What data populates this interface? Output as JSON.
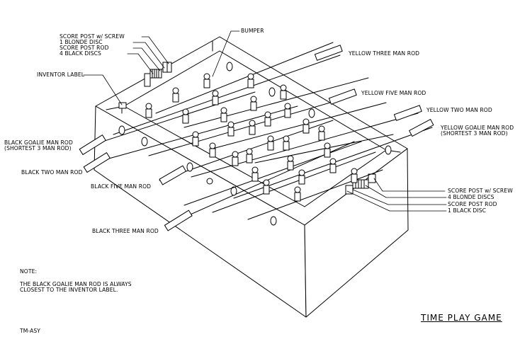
{
  "colors": {
    "ink": "#000000",
    "paper": "#ffffff"
  },
  "labels": {
    "score_post_screw_top": "SCORE POST w/ SCREW",
    "blonde_disc_1": "1 BLONDE DISC",
    "score_post_rod_top": "SCORE POST ROD",
    "black_discs_4": "4 BLACK DISCS",
    "bumper": "BUMPER",
    "inventor_label": "INVENTOR LABEL",
    "yellow_three_man_rod": "YELLOW THREE MAN ROD",
    "yellow_five_man_rod": "YELLOW FIVE MAN ROD",
    "yellow_two_man_rod": "YELLOW TWO MAN ROD",
    "yellow_goalie_line1": "YELLOW GOALIE MAN ROD",
    "yellow_goalie_line2": "(SHORTEST 3 MAN ROD)",
    "black_goalie_line1": "BLACK GOALIE MAN ROD",
    "black_goalie_line2": "(SHORTEST 3 MAN ROD)",
    "black_two_man_rod": "BLACK TWO MAN ROD",
    "black_five_man_rod": "BLACK FIVE MAN ROD",
    "black_three_man_rod": "BLACK THREE MAN ROD",
    "score_post_screw_bottom": "SCORE POST w/ SCREW",
    "blonde_discs_4": "4 BLONDE DISCS",
    "score_post_rod_bottom": "SCORE POST ROD",
    "black_disc_1": "1 BLACK DISC"
  },
  "note": {
    "heading": "NOTE:",
    "line1": "THE BLACK GOALIE MAN ROD IS ALWAYS",
    "line2": "CLOSEST TO THE INVENTOR LABEL."
  },
  "title": "TIME PLAY GAME",
  "drawing_code": "TM-ASY"
}
